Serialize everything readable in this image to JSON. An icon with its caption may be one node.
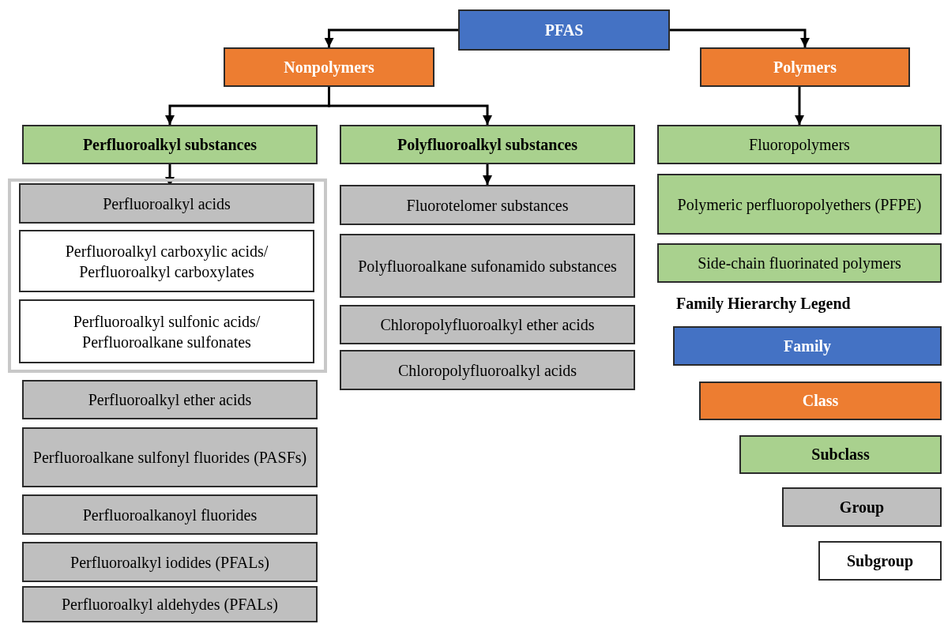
{
  "diagram": {
    "nodes": [
      {
        "text": [
          "PFAS"
        ]
      },
      {
        "text": [
          "Nonpolymers"
        ]
      },
      {
        "text": [
          "Polymers"
        ]
      },
      {
        "text": [
          "Perfluoroalkyl substances"
        ]
      },
      {
        "text": [
          "Polyfluoroalkyl substances"
        ]
      },
      {
        "text": [
          "Fluoropolymers"
        ]
      },
      {
        "text": [],
        "shape": "box"
      },
      {
        "text": [
          "Perfluoroalkyl acids"
        ],
        "in": 6
      },
      {
        "text": [
          "Perfluoroalkyl carboxylic acids/ Perfluoroalkyl carboxylates"
        ],
        "in": 6
      },
      {
        "text": [
          "Perfluoroalkyl sulfonic acids/ Perfluoroalkane sulfonates"
        ],
        "in": 6
      },
      {
        "text": [
          "Perfluoroalkyl ether acids"
        ]
      },
      {
        "text": [
          "Perfluoroalkane sulfonyl fluorides (PASFs)"
        ]
      },
      {
        "text": [
          "Perfluoroalkanoyl fluorides"
        ]
      },
      {
        "text": [
          "Perfluoroalkyl iodides (PFALs)"
        ]
      },
      {
        "text": [
          "Perfluoroalkyl aldehydes (PFALs)"
        ]
      },
      {
        "text": [
          "Fluorotelomer substances"
        ]
      },
      {
        "text": [
          "Polyfluoroalkane sufonamido substances"
        ]
      },
      {
        "text": [
          "Chloropolyfluoroalkyl ether acids"
        ]
      },
      {
        "text": [
          "Chloropolyfluoroalkyl acids"
        ]
      },
      {
        "text": [
          "Polymeric perfluoropolyethers (PFPE)"
        ]
      },
      {
        "text": [
          "Side-chain fluorinated polymers"
        ]
      }
    ],
    "edges": [
      {
        "from": 0,
        "to": 1,
        "arrow": "to"
      },
      {
        "from": 0,
        "to": 2,
        "arrow": "to"
      },
      {
        "from": 1,
        "to": 3,
        "arrow": "to"
      },
      {
        "from": 1,
        "to": 4,
        "arrow": "to"
      },
      {
        "from": 2,
        "to": 5,
        "arrow": "to"
      },
      {
        "from": 3,
        "to": 7,
        "arrow": "to"
      },
      {
        "from": 4,
        "to": 15,
        "arrow": "to"
      }
    ],
    "labels": [
      "Family Hierarchy Legend"
    ],
    "legend": [
      {
        "text": "Family",
        "color": "#4472c4"
      },
      {
        "text": "Class",
        "color": "#ed7d31"
      },
      {
        "text": "Subclass",
        "color": "#a9d18e"
      },
      {
        "text": "Group",
        "color": "#bfbfbf"
      },
      {
        "text": "Subgroup",
        "color": "#ffffff"
      }
    ]
  }
}
